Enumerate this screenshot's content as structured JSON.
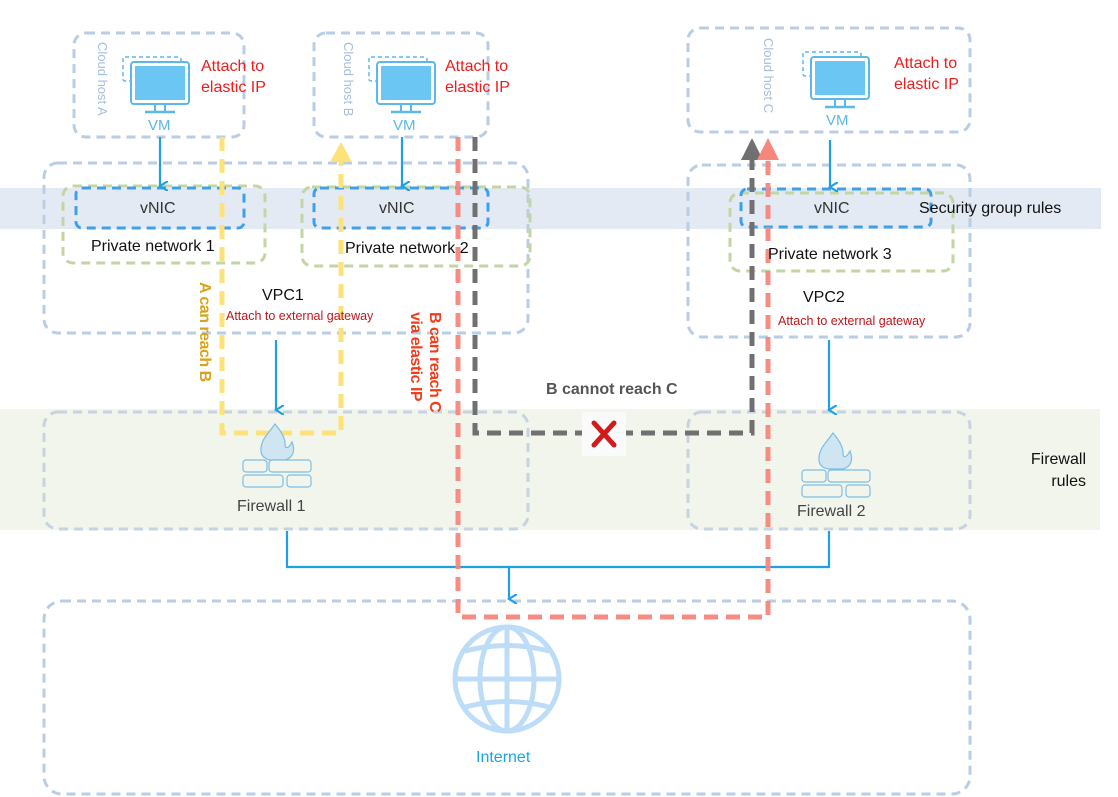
{
  "diagram": {
    "bands": {
      "security_group": "Security group rules",
      "firewall_rules_line1": "Firewall",
      "firewall_rules_line2": "rules"
    },
    "hosts": [
      {
        "name": "Cloud host A",
        "vm_label": "VM",
        "elastic_line1": "Attach to",
        "elastic_line2": "elastic IP"
      },
      {
        "name": "Cloud host B",
        "vm_label": "VM",
        "elastic_line1": "Attach to",
        "elastic_line2": "elastic IP"
      },
      {
        "name": "Cloud host C",
        "vm_label": "VM",
        "elastic_line1": "Attach to",
        "elastic_line2": "elastic IP"
      }
    ],
    "vnics": [
      "vNIC",
      "vNIC",
      "vNIC"
    ],
    "private_networks": [
      "Private network 1",
      "Private network 2",
      "Private network 3"
    ],
    "vpcs": [
      {
        "name": "VPC1",
        "gateway": "Attach to external gateway"
      },
      {
        "name": "VPC2",
        "gateway": "Attach to external gateway"
      }
    ],
    "firewalls": [
      "Firewall 1",
      "Firewall 2"
    ],
    "internet": "Internet",
    "paths": {
      "a_to_b": "A can reach B",
      "b_to_c_line1": "B can reach C",
      "b_to_c_line2": "via elastic IP",
      "b_cannot_c": "B cannot reach C"
    },
    "colors": {
      "container_border": "#b9cde4",
      "vnic_border": "#3da1ea",
      "private_net_border": "#c3d5a3",
      "arrow_blue": "#1ea0e6",
      "path_yellow": "#fde27a",
      "path_red": "#f7867c",
      "path_gray": "#707070",
      "blocked_x": "#d11a1a",
      "elastic_ip_text": "#ee1c1c",
      "gateway_text": "#c0161b"
    }
  }
}
